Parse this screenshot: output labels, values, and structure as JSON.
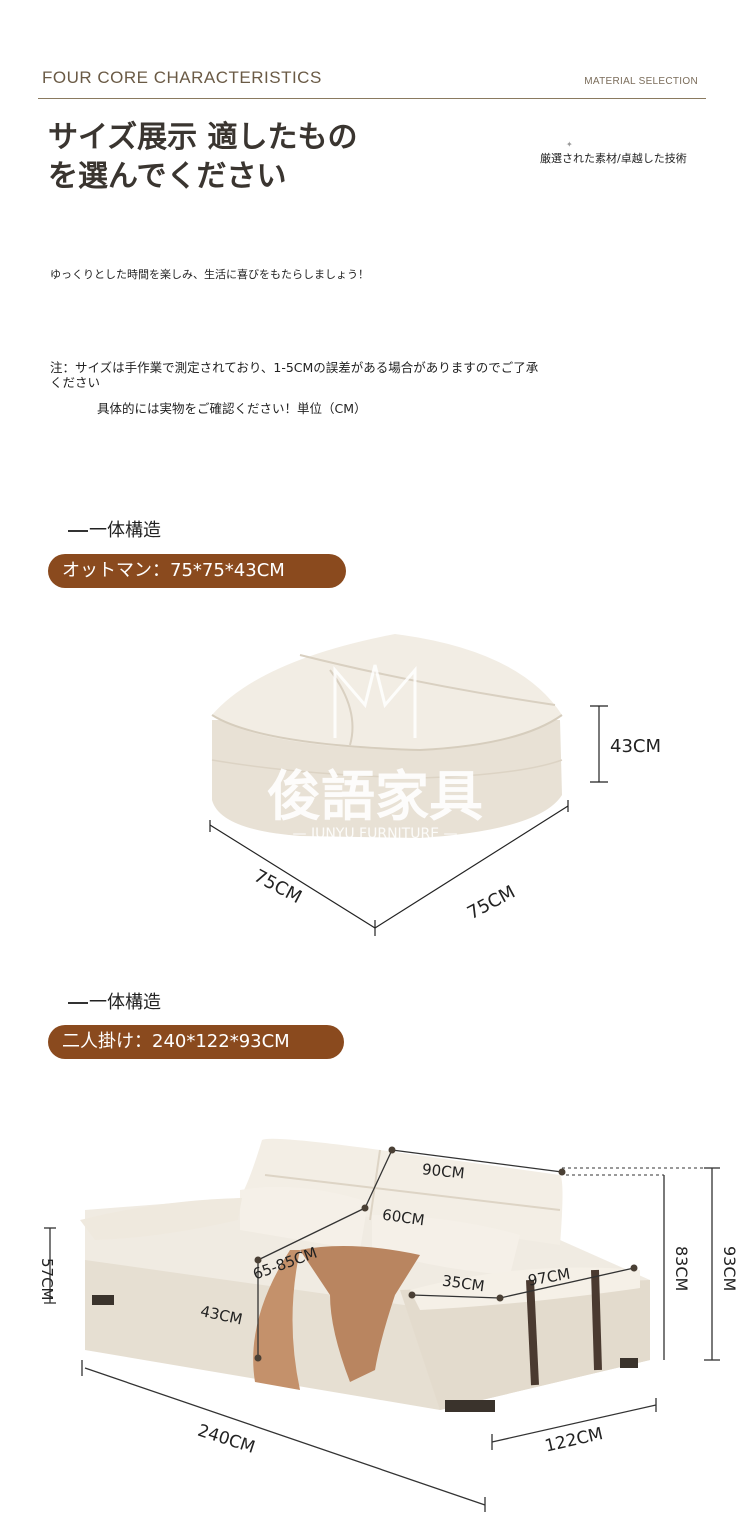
{
  "header": {
    "left": "FOUR CORE CHARACTERISTICS",
    "right": "MATERIAL SELECTION"
  },
  "title": "サイズ展示 適したものを選んでください",
  "selected_note": "厳選された素材/卓越した技術",
  "tagline": "ゆっくりとした時間を楽しみ、生活に喜びをもたらしましょう！",
  "note_line1": "注：サイズは手作業で測定されており、1-5CMの誤差がある場合がありますのでご了承ください",
  "note_line2": "具体的には実物をご確認ください！単位（CM）",
  "watermark": {
    "main": "俊語家具",
    "sub": "— JUNYU FURNITURE —"
  },
  "ottoman": {
    "section_label": "一体構造",
    "pill": "オットマン：75*75*43CM",
    "dim_height": "43CM",
    "dim_left": "75CM",
    "dim_right": "75CM"
  },
  "sofa": {
    "section_label": "一体構造",
    "pill": "二人掛け：240*122*93CM",
    "dims": {
      "d90": "90CM",
      "d60": "60CM",
      "d65_85": "65-85CM",
      "d57": "57CM",
      "d43": "43CM",
      "d35": "35CM",
      "d97": "97CM",
      "d83": "83CM",
      "d93": "93CM",
      "d240": "240CM",
      "d122": "122CM"
    }
  },
  "colors": {
    "accent": "#8a4a1e",
    "header_text": "#6a5a45",
    "fabric": "#ede6da",
    "throw": "#b98560"
  }
}
